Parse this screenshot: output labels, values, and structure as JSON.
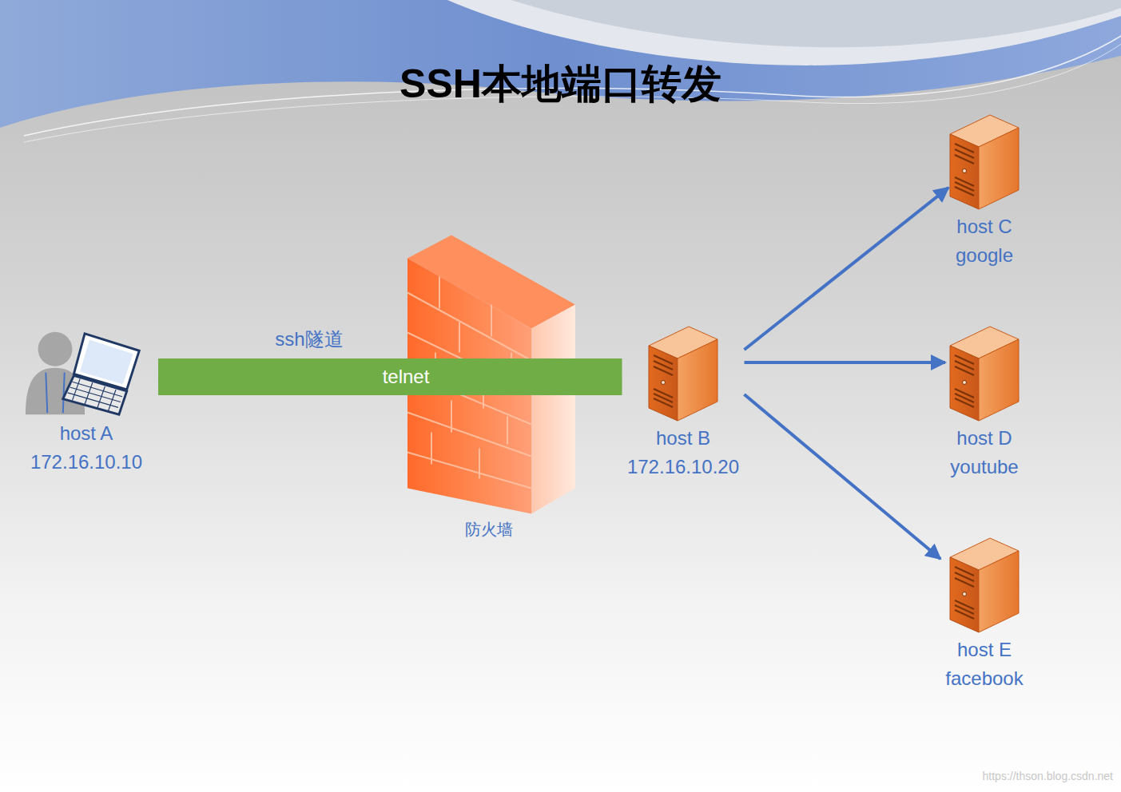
{
  "diagram": {
    "title": "SSH本地端口转发",
    "nodes": [
      {
        "text": [
          "host A",
          "172.16.10.10"
        ]
      },
      {
        "text": [
          "防火墙"
        ]
      },
      {
        "text": [
          "host B",
          "172.16.10.20"
        ]
      },
      {
        "text": [
          "host C",
          "google"
        ]
      },
      {
        "text": [
          "host D",
          "youtube"
        ]
      },
      {
        "text": [
          "host E",
          "facebook"
        ]
      }
    ],
    "edges": [
      {
        "from": 0,
        "to": 2,
        "arrow": "none",
        "label": "telnet"
      },
      {
        "from": 2,
        "to": 3,
        "arrow": "to"
      },
      {
        "from": 2,
        "to": 4,
        "arrow": "to"
      },
      {
        "from": 2,
        "to": 5,
        "arrow": "to"
      }
    ],
    "labels": [
      "ssh隧道",
      "https://thson.blog.csdn.net"
    ]
  }
}
